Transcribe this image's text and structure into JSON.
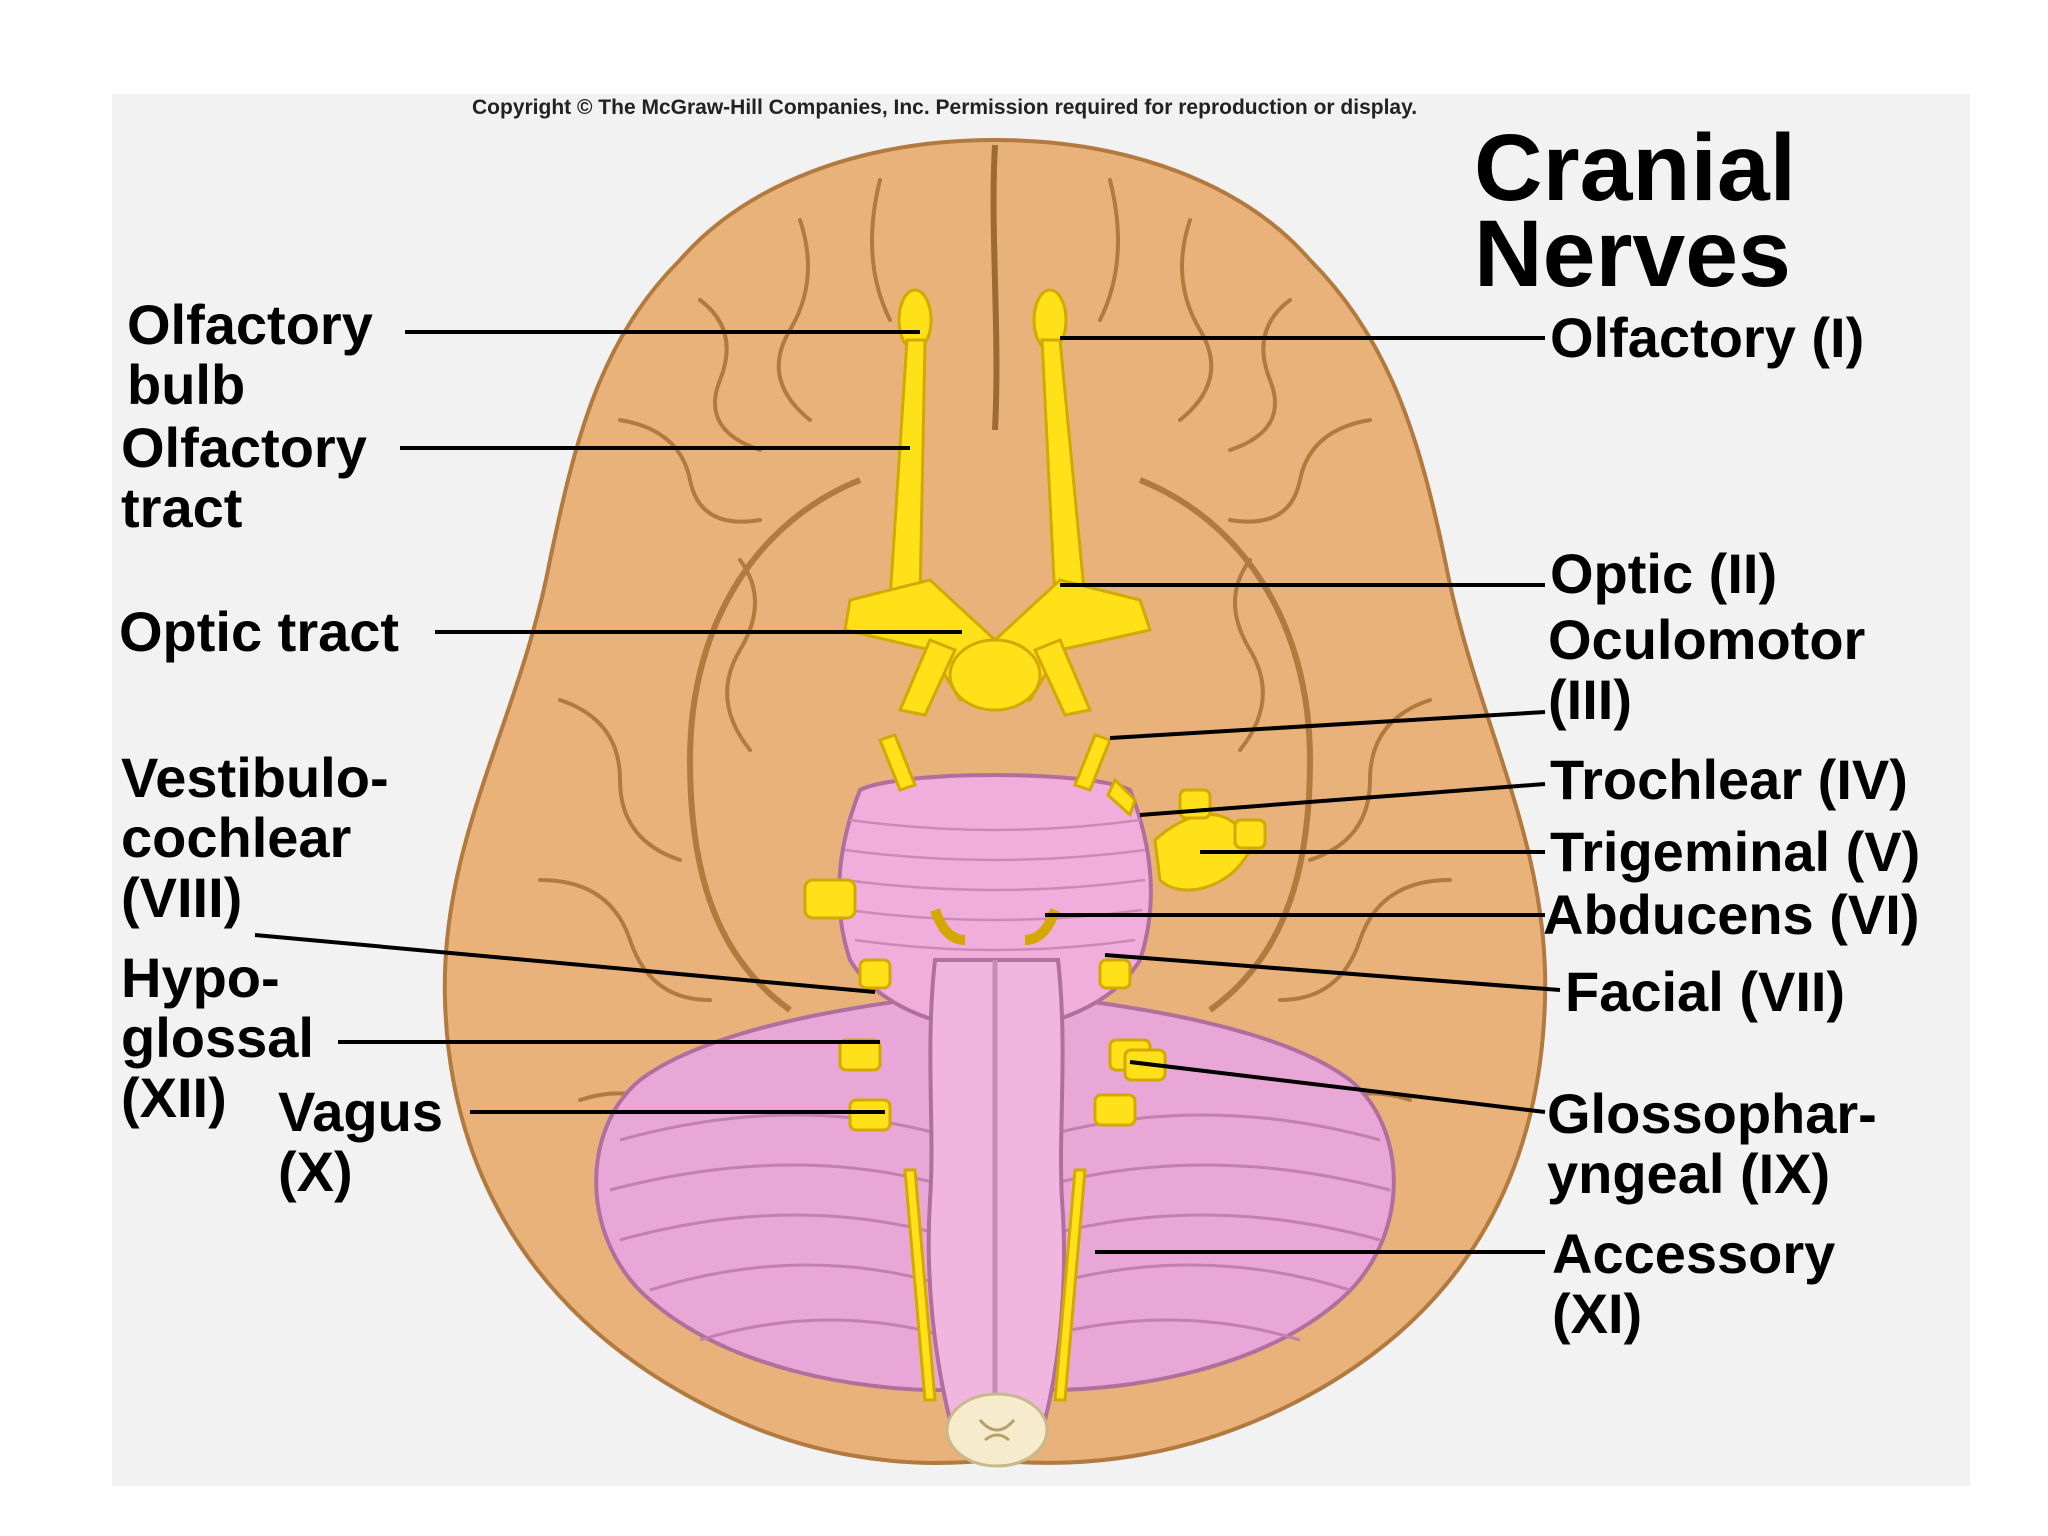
{
  "figure": {
    "copyright": "Copyright © The McGraw-Hill Companies, Inc. Permission required for reproduction or display.",
    "title": "Cranial\nNerves",
    "colors": {
      "background": "#f2f2f2",
      "cerebrum": "#e8b27a",
      "gyri_lines": "#b27a3e",
      "brainstem": "#f1aedd",
      "cerebellum": "#e8a7d6",
      "nerves": "#ffe11a",
      "leader_lines": "#000000"
    },
    "labels_left": {
      "olfactory_bulb": "Olfactory\nbulb",
      "olfactory_tract": "Olfactory\ntract",
      "optic_tract": "Optic tract",
      "vestibulocochlear": "Vestibulo-\ncochlear\n(VIII)",
      "hypoglossal": "Hypo-\nglossal\n(XII)",
      "vagus": "Vagus\n(X)"
    },
    "labels_right": {
      "olfactory_i": "Olfactory (I)",
      "optic_ii": "Optic (II)",
      "oculomotor_iii": "Oculomotor\n(III)",
      "trochlear_iv": "Trochlear (IV)",
      "trigeminal_v": "Trigeminal (V)",
      "abducens_vi": "Abducens (VI)",
      "facial_vii": "Facial (VII)",
      "glossopharyngeal_ix": "Glossophar-\nyngeal (IX)",
      "accessory_xi": "Accessory\n(XI)"
    }
  }
}
